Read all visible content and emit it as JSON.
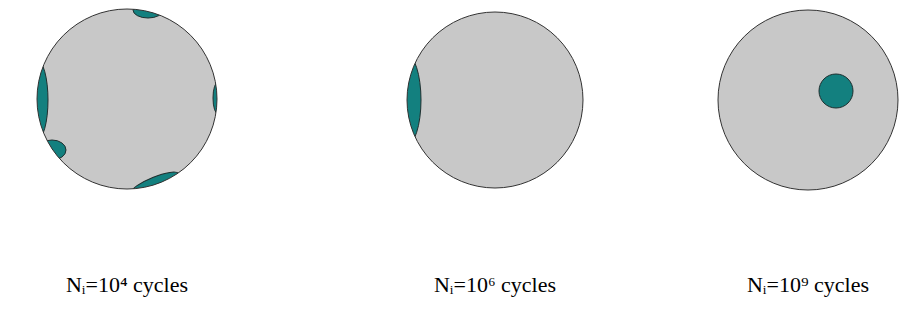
{
  "diagram": {
    "labels": [
      "Nᵢ=10⁴ cycles",
      "Nᵢ=10⁶ cycles",
      "Nᵢ=10⁹ cycles"
    ]
  }
}
